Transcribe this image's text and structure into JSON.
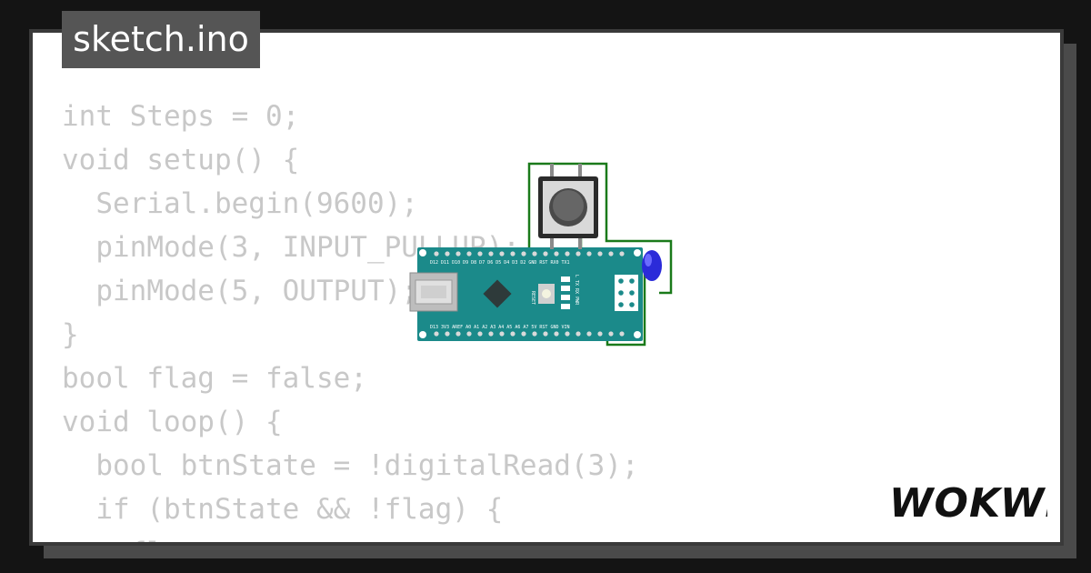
{
  "file_tab": {
    "name": "sketch.ino"
  },
  "code_lines": [
    "int Steps = 0;",
    "void setup() {",
    "  Serial.begin(9600);",
    "  pinMode(3, INPUT_PULLUP);",
    "  pinMode(5, OUTPUT);",
    "}",
    "bool flag = false;",
    "void loop() {",
    "  bool btnState = !digitalRead(3);",
    "  if (btnState && !flag) {",
    "    flag = true;"
  ],
  "brand": {
    "name": "WOKWI"
  },
  "circuit": {
    "board_top_labels": "D12 D11 D10 D9 D8 D7 D6 D5 D4 D3 D2 GND RST RX0 TX1",
    "board_bottom_labels": "D13 3V3 AREF A0 A1 A2 A3 A4 A5 A6 A7 5V RST GND VIN",
    "reset_label": "RESET",
    "status_labels": "L TX RX PWR"
  },
  "colors": {
    "background": "#141414",
    "card": "#ffffff",
    "code_text": "#c8c8c8",
    "tab_bg": "#555555",
    "board": "#1b8a8a",
    "wire": "#1a7a1a",
    "led": "#2b2bd9"
  }
}
